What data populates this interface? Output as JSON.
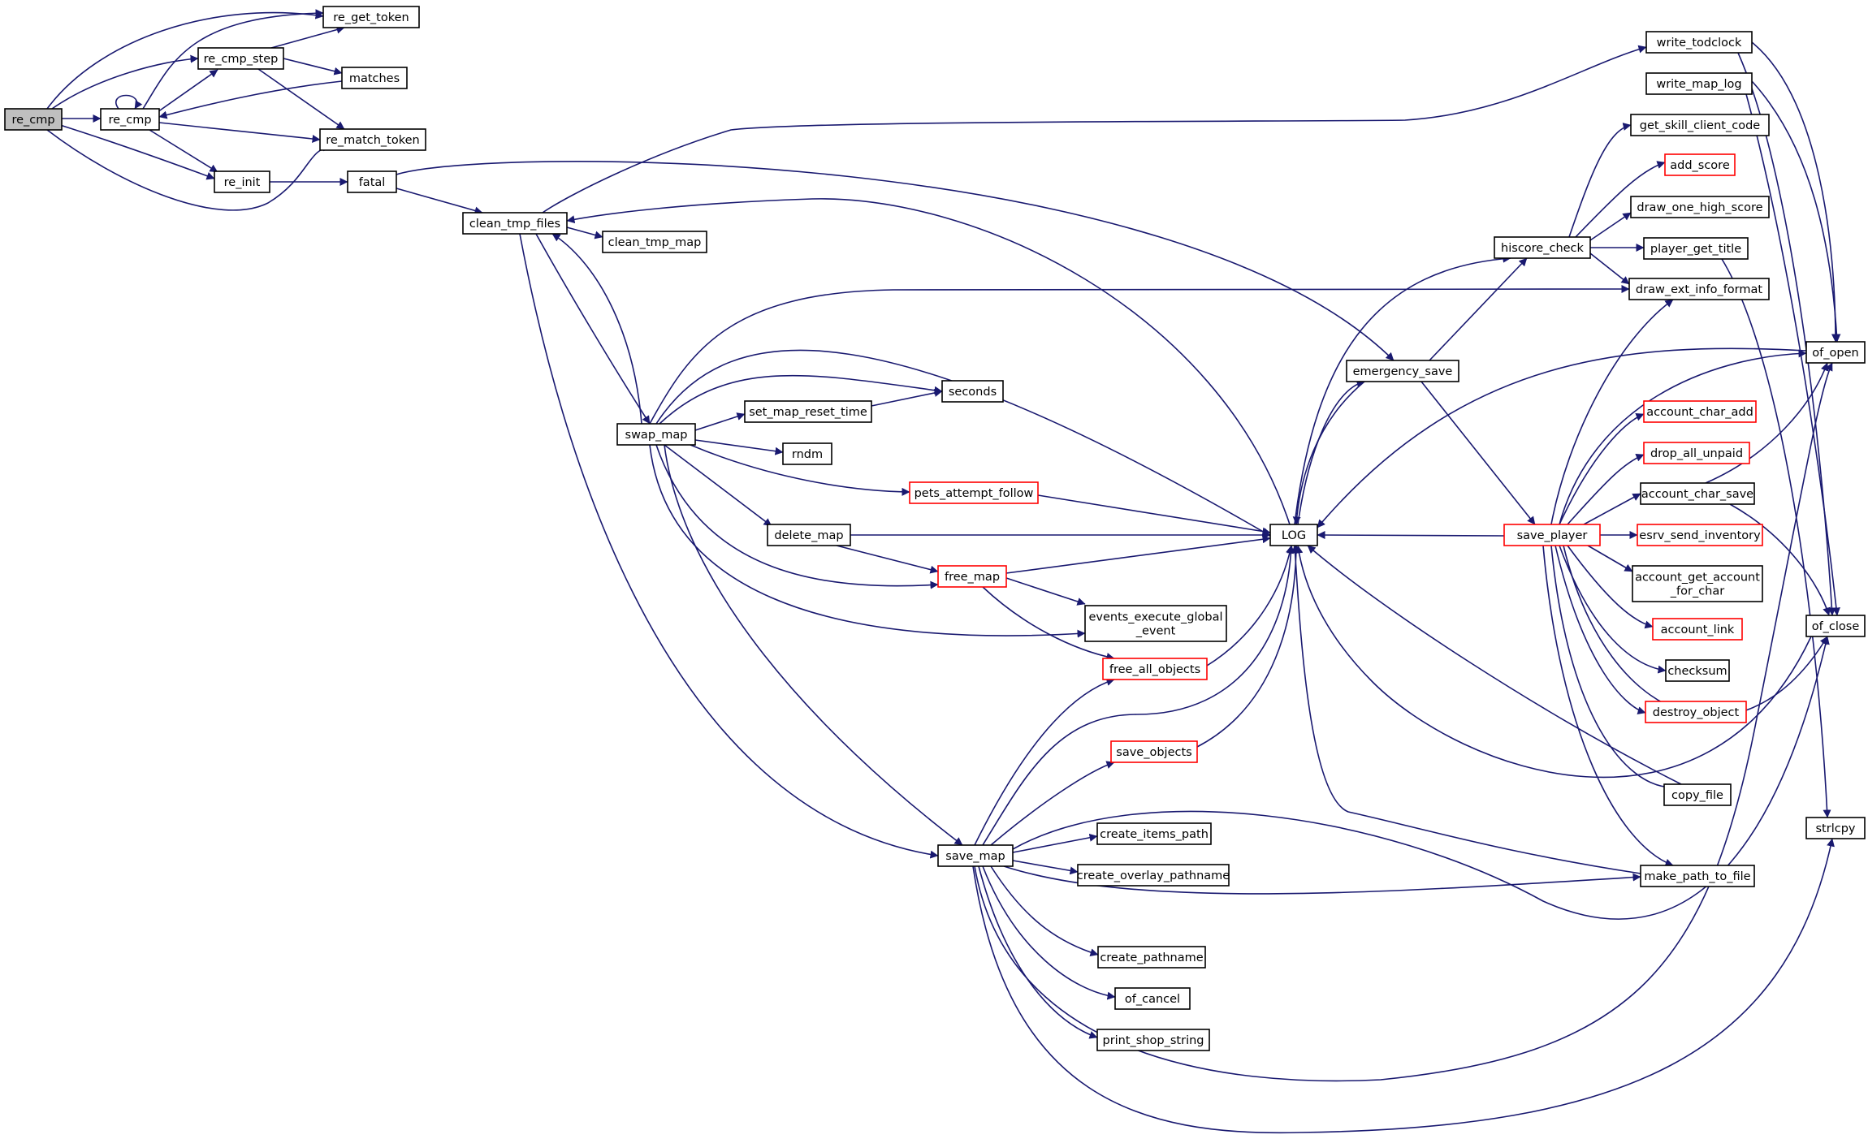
{
  "colors": {
    "edge": "#191970",
    "node_border": "#000000",
    "external_node_border": "#ff0000",
    "root_fill": "#bfbfbf",
    "node_fill": "#ffffff"
  },
  "graph": {
    "root": "re_cmp",
    "nodes": [
      {
        "id": "re_cmp_root",
        "label": [
          "re_cmp"
        ],
        "kind": "root"
      },
      {
        "id": "re_cmp",
        "label": [
          "re_cmp"
        ],
        "kind": "normal"
      },
      {
        "id": "re_cmp_step",
        "label": [
          "re_cmp_step"
        ],
        "kind": "normal"
      },
      {
        "id": "re_get_token",
        "label": [
          "re_get_token"
        ],
        "kind": "normal"
      },
      {
        "id": "matches",
        "label": [
          "matches"
        ],
        "kind": "normal"
      },
      {
        "id": "re_match_token",
        "label": [
          "re_match_token"
        ],
        "kind": "normal"
      },
      {
        "id": "re_init",
        "label": [
          "re_init"
        ],
        "kind": "normal"
      },
      {
        "id": "fatal",
        "label": [
          "fatal"
        ],
        "kind": "normal"
      },
      {
        "id": "clean_tmp_files",
        "label": [
          "clean_tmp_files"
        ],
        "kind": "normal"
      },
      {
        "id": "clean_tmp_map",
        "label": [
          "clean_tmp_map"
        ],
        "kind": "normal"
      },
      {
        "id": "swap_map",
        "label": [
          "swap_map"
        ],
        "kind": "normal"
      },
      {
        "id": "set_map_reset_time",
        "label": [
          "set_map_reset_time"
        ],
        "kind": "normal"
      },
      {
        "id": "seconds",
        "label": [
          "seconds"
        ],
        "kind": "normal"
      },
      {
        "id": "rndm",
        "label": [
          "rndm"
        ],
        "kind": "normal"
      },
      {
        "id": "pets_attempt_follow",
        "label": [
          "pets_attempt_follow"
        ],
        "kind": "external"
      },
      {
        "id": "delete_map",
        "label": [
          "delete_map"
        ],
        "kind": "normal"
      },
      {
        "id": "free_map",
        "label": [
          "free_map"
        ],
        "kind": "external"
      },
      {
        "id": "events_execute_global_event",
        "label": [
          "events_execute_global",
          "_event"
        ],
        "kind": "normal"
      },
      {
        "id": "free_all_objects",
        "label": [
          "free_all_objects"
        ],
        "kind": "external"
      },
      {
        "id": "save_objects",
        "label": [
          "save_objects"
        ],
        "kind": "external"
      },
      {
        "id": "save_map",
        "label": [
          "save_map"
        ],
        "kind": "normal"
      },
      {
        "id": "create_items_path",
        "label": [
          "create_items_path"
        ],
        "kind": "normal"
      },
      {
        "id": "create_overlay_pathname",
        "label": [
          "create_overlay_pathname"
        ],
        "kind": "normal"
      },
      {
        "id": "create_pathname",
        "label": [
          "create_pathname"
        ],
        "kind": "normal"
      },
      {
        "id": "of_cancel",
        "label": [
          "of_cancel"
        ],
        "kind": "normal"
      },
      {
        "id": "print_shop_string",
        "label": [
          "print_shop_string"
        ],
        "kind": "normal"
      },
      {
        "id": "LOG",
        "label": [
          "LOG"
        ],
        "kind": "normal"
      },
      {
        "id": "emergency_save",
        "label": [
          "emergency_save"
        ],
        "kind": "normal"
      },
      {
        "id": "hiscore_check",
        "label": [
          "hiscore_check"
        ],
        "kind": "normal"
      },
      {
        "id": "save_player",
        "label": [
          "save_player"
        ],
        "kind": "external"
      },
      {
        "id": "write_todclock",
        "label": [
          "write_todclock"
        ],
        "kind": "normal"
      },
      {
        "id": "write_map_log",
        "label": [
          "write_map_log"
        ],
        "kind": "normal"
      },
      {
        "id": "get_skill_client_code",
        "label": [
          "get_skill_client_code"
        ],
        "kind": "normal"
      },
      {
        "id": "add_score",
        "label": [
          "add_score"
        ],
        "kind": "external"
      },
      {
        "id": "draw_one_high_score",
        "label": [
          "draw_one_high_score"
        ],
        "kind": "normal"
      },
      {
        "id": "player_get_title",
        "label": [
          "player_get_title"
        ],
        "kind": "normal"
      },
      {
        "id": "draw_ext_info_format",
        "label": [
          "draw_ext_info_format"
        ],
        "kind": "normal"
      },
      {
        "id": "account_char_add",
        "label": [
          "account_char_add"
        ],
        "kind": "external"
      },
      {
        "id": "drop_all_unpaid",
        "label": [
          "drop_all_unpaid"
        ],
        "kind": "external"
      },
      {
        "id": "account_char_save",
        "label": [
          "account_char_save"
        ],
        "kind": "normal"
      },
      {
        "id": "esrv_send_inventory",
        "label": [
          "esrv_send_inventory"
        ],
        "kind": "external"
      },
      {
        "id": "account_get_account_for_char",
        "label": [
          "account_get_account",
          "_for_char"
        ],
        "kind": "normal"
      },
      {
        "id": "account_link",
        "label": [
          "account_link"
        ],
        "kind": "external"
      },
      {
        "id": "checksum",
        "label": [
          "checksum"
        ],
        "kind": "normal"
      },
      {
        "id": "destroy_object",
        "label": [
          "destroy_object"
        ],
        "kind": "external"
      },
      {
        "id": "copy_file",
        "label": [
          "copy_file"
        ],
        "kind": "normal"
      },
      {
        "id": "make_path_to_file",
        "label": [
          "make_path_to_file"
        ],
        "kind": "normal"
      },
      {
        "id": "of_open",
        "label": [
          "of_open"
        ],
        "kind": "normal"
      },
      {
        "id": "of_close",
        "label": [
          "of_close"
        ],
        "kind": "normal"
      },
      {
        "id": "strlcpy",
        "label": [
          "strlcpy"
        ],
        "kind": "normal"
      }
    ],
    "edges": [
      [
        "re_cmp_root",
        "re_cmp"
      ],
      [
        "re_cmp_root",
        "re_get_token"
      ],
      [
        "re_cmp_root",
        "re_cmp_step"
      ],
      [
        "re_cmp_root",
        "re_init"
      ],
      [
        "re_cmp_root",
        "re_match_token"
      ],
      [
        "re_cmp",
        "re_cmp"
      ],
      [
        "re_cmp",
        "re_get_token"
      ],
      [
        "re_cmp",
        "re_cmp_step"
      ],
      [
        "re_cmp",
        "re_match_token"
      ],
      [
        "re_cmp",
        "re_init"
      ],
      [
        "re_cmp_step",
        "re_get_token"
      ],
      [
        "re_cmp_step",
        "matches"
      ],
      [
        "re_cmp_step",
        "re_match_token"
      ],
      [
        "matches",
        "re_cmp"
      ],
      [
        "re_init",
        "fatal"
      ],
      [
        "fatal",
        "clean_tmp_files"
      ],
      [
        "fatal",
        "emergency_save"
      ],
      [
        "clean_tmp_files",
        "clean_tmp_map"
      ],
      [
        "clean_tmp_files",
        "swap_map"
      ],
      [
        "clean_tmp_files",
        "save_map"
      ],
      [
        "clean_tmp_files",
        "write_todclock"
      ],
      [
        "swap_map",
        "draw_ext_info_format"
      ],
      [
        "swap_map",
        "LOG"
      ],
      [
        "swap_map",
        "seconds"
      ],
      [
        "swap_map",
        "set_map_reset_time"
      ],
      [
        "swap_map",
        "rndm"
      ],
      [
        "swap_map",
        "pets_attempt_follow"
      ],
      [
        "swap_map",
        "delete_map"
      ],
      [
        "swap_map",
        "free_map"
      ],
      [
        "swap_map",
        "events_execute_global_event"
      ],
      [
        "swap_map",
        "save_map"
      ],
      [
        "swap_map",
        "clean_tmp_files"
      ],
      [
        "set_map_reset_time",
        "seconds"
      ],
      [
        "pets_attempt_follow",
        "LOG"
      ],
      [
        "delete_map",
        "LOG"
      ],
      [
        "delete_map",
        "free_map"
      ],
      [
        "free_map",
        "LOG"
      ],
      [
        "free_map",
        "events_execute_global_event"
      ],
      [
        "free_map",
        "free_all_objects"
      ],
      [
        "free_all_objects",
        "LOG"
      ],
      [
        "save_objects",
        "LOG"
      ],
      [
        "save_map",
        "free_all_objects"
      ],
      [
        "save_map",
        "save_objects"
      ],
      [
        "save_map",
        "LOG"
      ],
      [
        "save_map",
        "create_items_path"
      ],
      [
        "save_map",
        "create_overlay_pathname"
      ],
      [
        "save_map",
        "create_pathname"
      ],
      [
        "save_map",
        "of_cancel"
      ],
      [
        "save_map",
        "print_shop_string"
      ],
      [
        "save_map",
        "make_path_to_file"
      ],
      [
        "save_map",
        "of_close"
      ],
      [
        "save_map",
        "of_open"
      ],
      [
        "save_map",
        "strlcpy"
      ],
      [
        "LOG",
        "emergency_save"
      ],
      [
        "LOG",
        "hiscore_check"
      ],
      [
        "LOG",
        "clean_tmp_files"
      ],
      [
        "emergency_save",
        "LOG"
      ],
      [
        "emergency_save",
        "hiscore_check"
      ],
      [
        "emergency_save",
        "save_player"
      ],
      [
        "hiscore_check",
        "get_skill_client_code"
      ],
      [
        "hiscore_check",
        "add_score"
      ],
      [
        "hiscore_check",
        "draw_one_high_score"
      ],
      [
        "hiscore_check",
        "player_get_title"
      ],
      [
        "hiscore_check",
        "draw_ext_info_format"
      ],
      [
        "save_player",
        "LOG"
      ],
      [
        "save_player",
        "draw_ext_info_format"
      ],
      [
        "save_player",
        "account_char_add"
      ],
      [
        "save_player",
        "drop_all_unpaid"
      ],
      [
        "save_player",
        "account_char_save"
      ],
      [
        "save_player",
        "esrv_send_inventory"
      ],
      [
        "save_player",
        "account_get_account_for_char"
      ],
      [
        "save_player",
        "account_link"
      ],
      [
        "save_player",
        "checksum"
      ],
      [
        "save_player",
        "destroy_object"
      ],
      [
        "save_player",
        "copy_file"
      ],
      [
        "save_player",
        "make_path_to_file"
      ],
      [
        "save_player",
        "of_open"
      ],
      [
        "save_player",
        "of_close"
      ],
      [
        "write_todclock",
        "of_open"
      ],
      [
        "write_todclock",
        "of_close"
      ],
      [
        "write_map_log",
        "of_open"
      ],
      [
        "write_map_log",
        "of_close"
      ],
      [
        "account_char_save",
        "of_open"
      ],
      [
        "account_char_save",
        "of_close"
      ],
      [
        "player_get_title",
        "strlcpy"
      ],
      [
        "copy_file",
        "LOG"
      ],
      [
        "make_path_to_file",
        "LOG"
      ],
      [
        "of_open",
        "LOG"
      ],
      [
        "of_close",
        "LOG"
      ]
    ]
  }
}
